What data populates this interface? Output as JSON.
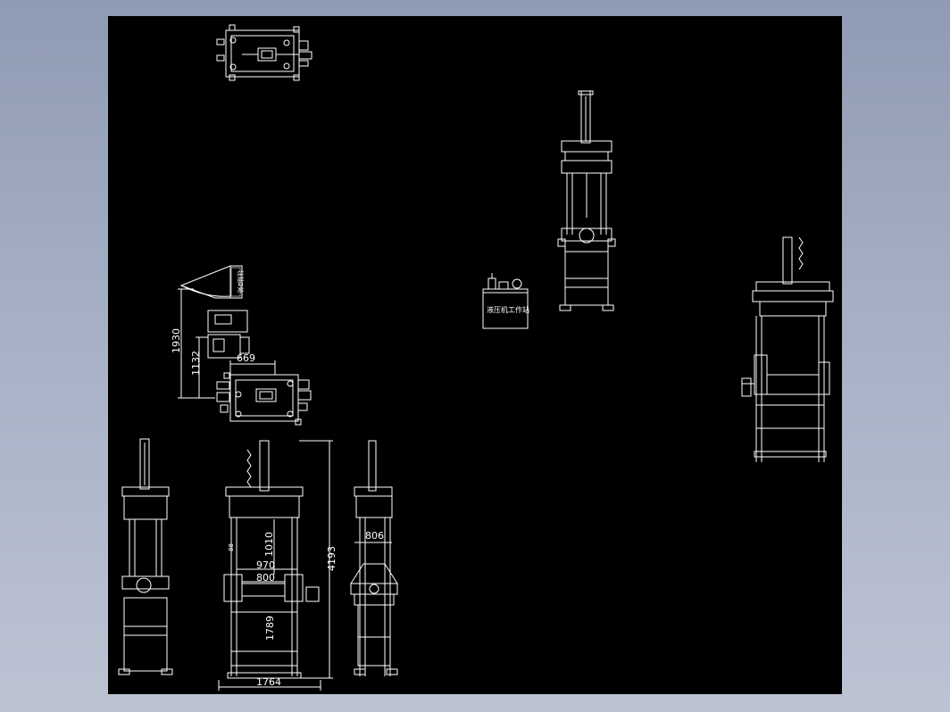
{
  "drawing": {
    "dimensions": {
      "d1930": "1930",
      "d1132": "1132",
      "d669": "669",
      "d970": "970",
      "d800": "800",
      "d1010": "1010",
      "d4193": "4193",
      "d1764": "1764",
      "d1789": "1789",
      "d806": "806",
      "d88": "88"
    },
    "labels": {
      "pump_station": "液压机工作站",
      "side_note": "注油2处"
    }
  },
  "colors": {
    "background": "#000000",
    "lines": "#ffffff",
    "frame": "#a6b0c5"
  }
}
